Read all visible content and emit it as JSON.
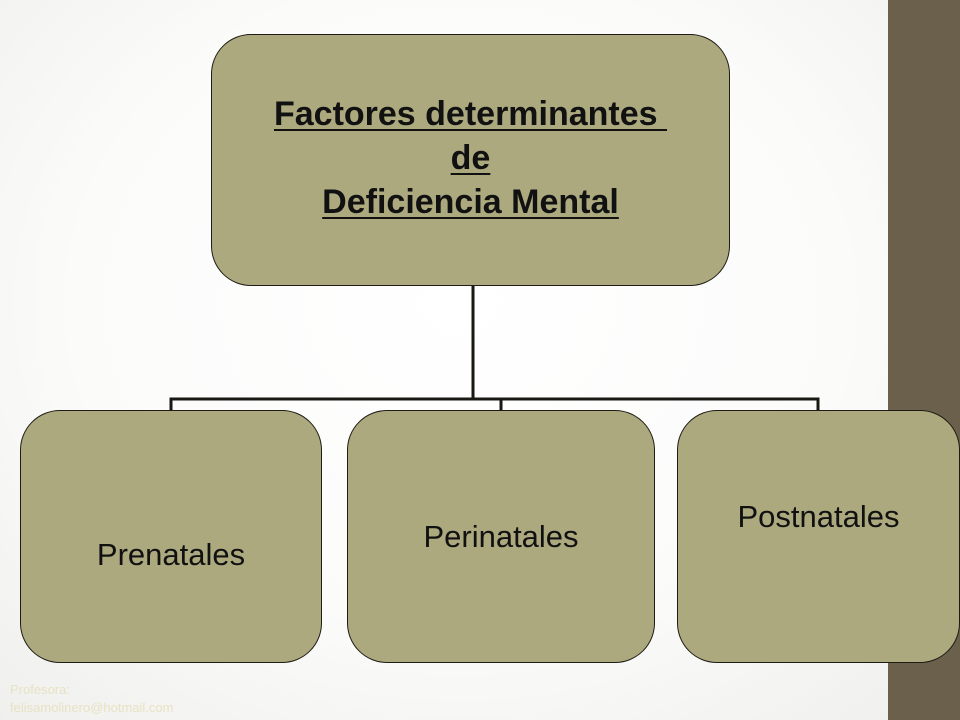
{
  "diagram": {
    "root": {
      "lines": [
        "Factores determinantes ",
        "de",
        "Deficiencia Mental"
      ]
    },
    "children": [
      {
        "label": "Prenatales"
      },
      {
        "label": "Perinatales"
      },
      {
        "label": "Postnatales"
      }
    ]
  },
  "footer": {
    "line1": "Profesora:",
    "line2": "felisamolinero@hotmail.com"
  },
  "colors": {
    "node_fill": "#aca97e",
    "node_border": "#1e1c15",
    "side_bar": "#6b604b",
    "footer_text": "#e6e2c2"
  }
}
